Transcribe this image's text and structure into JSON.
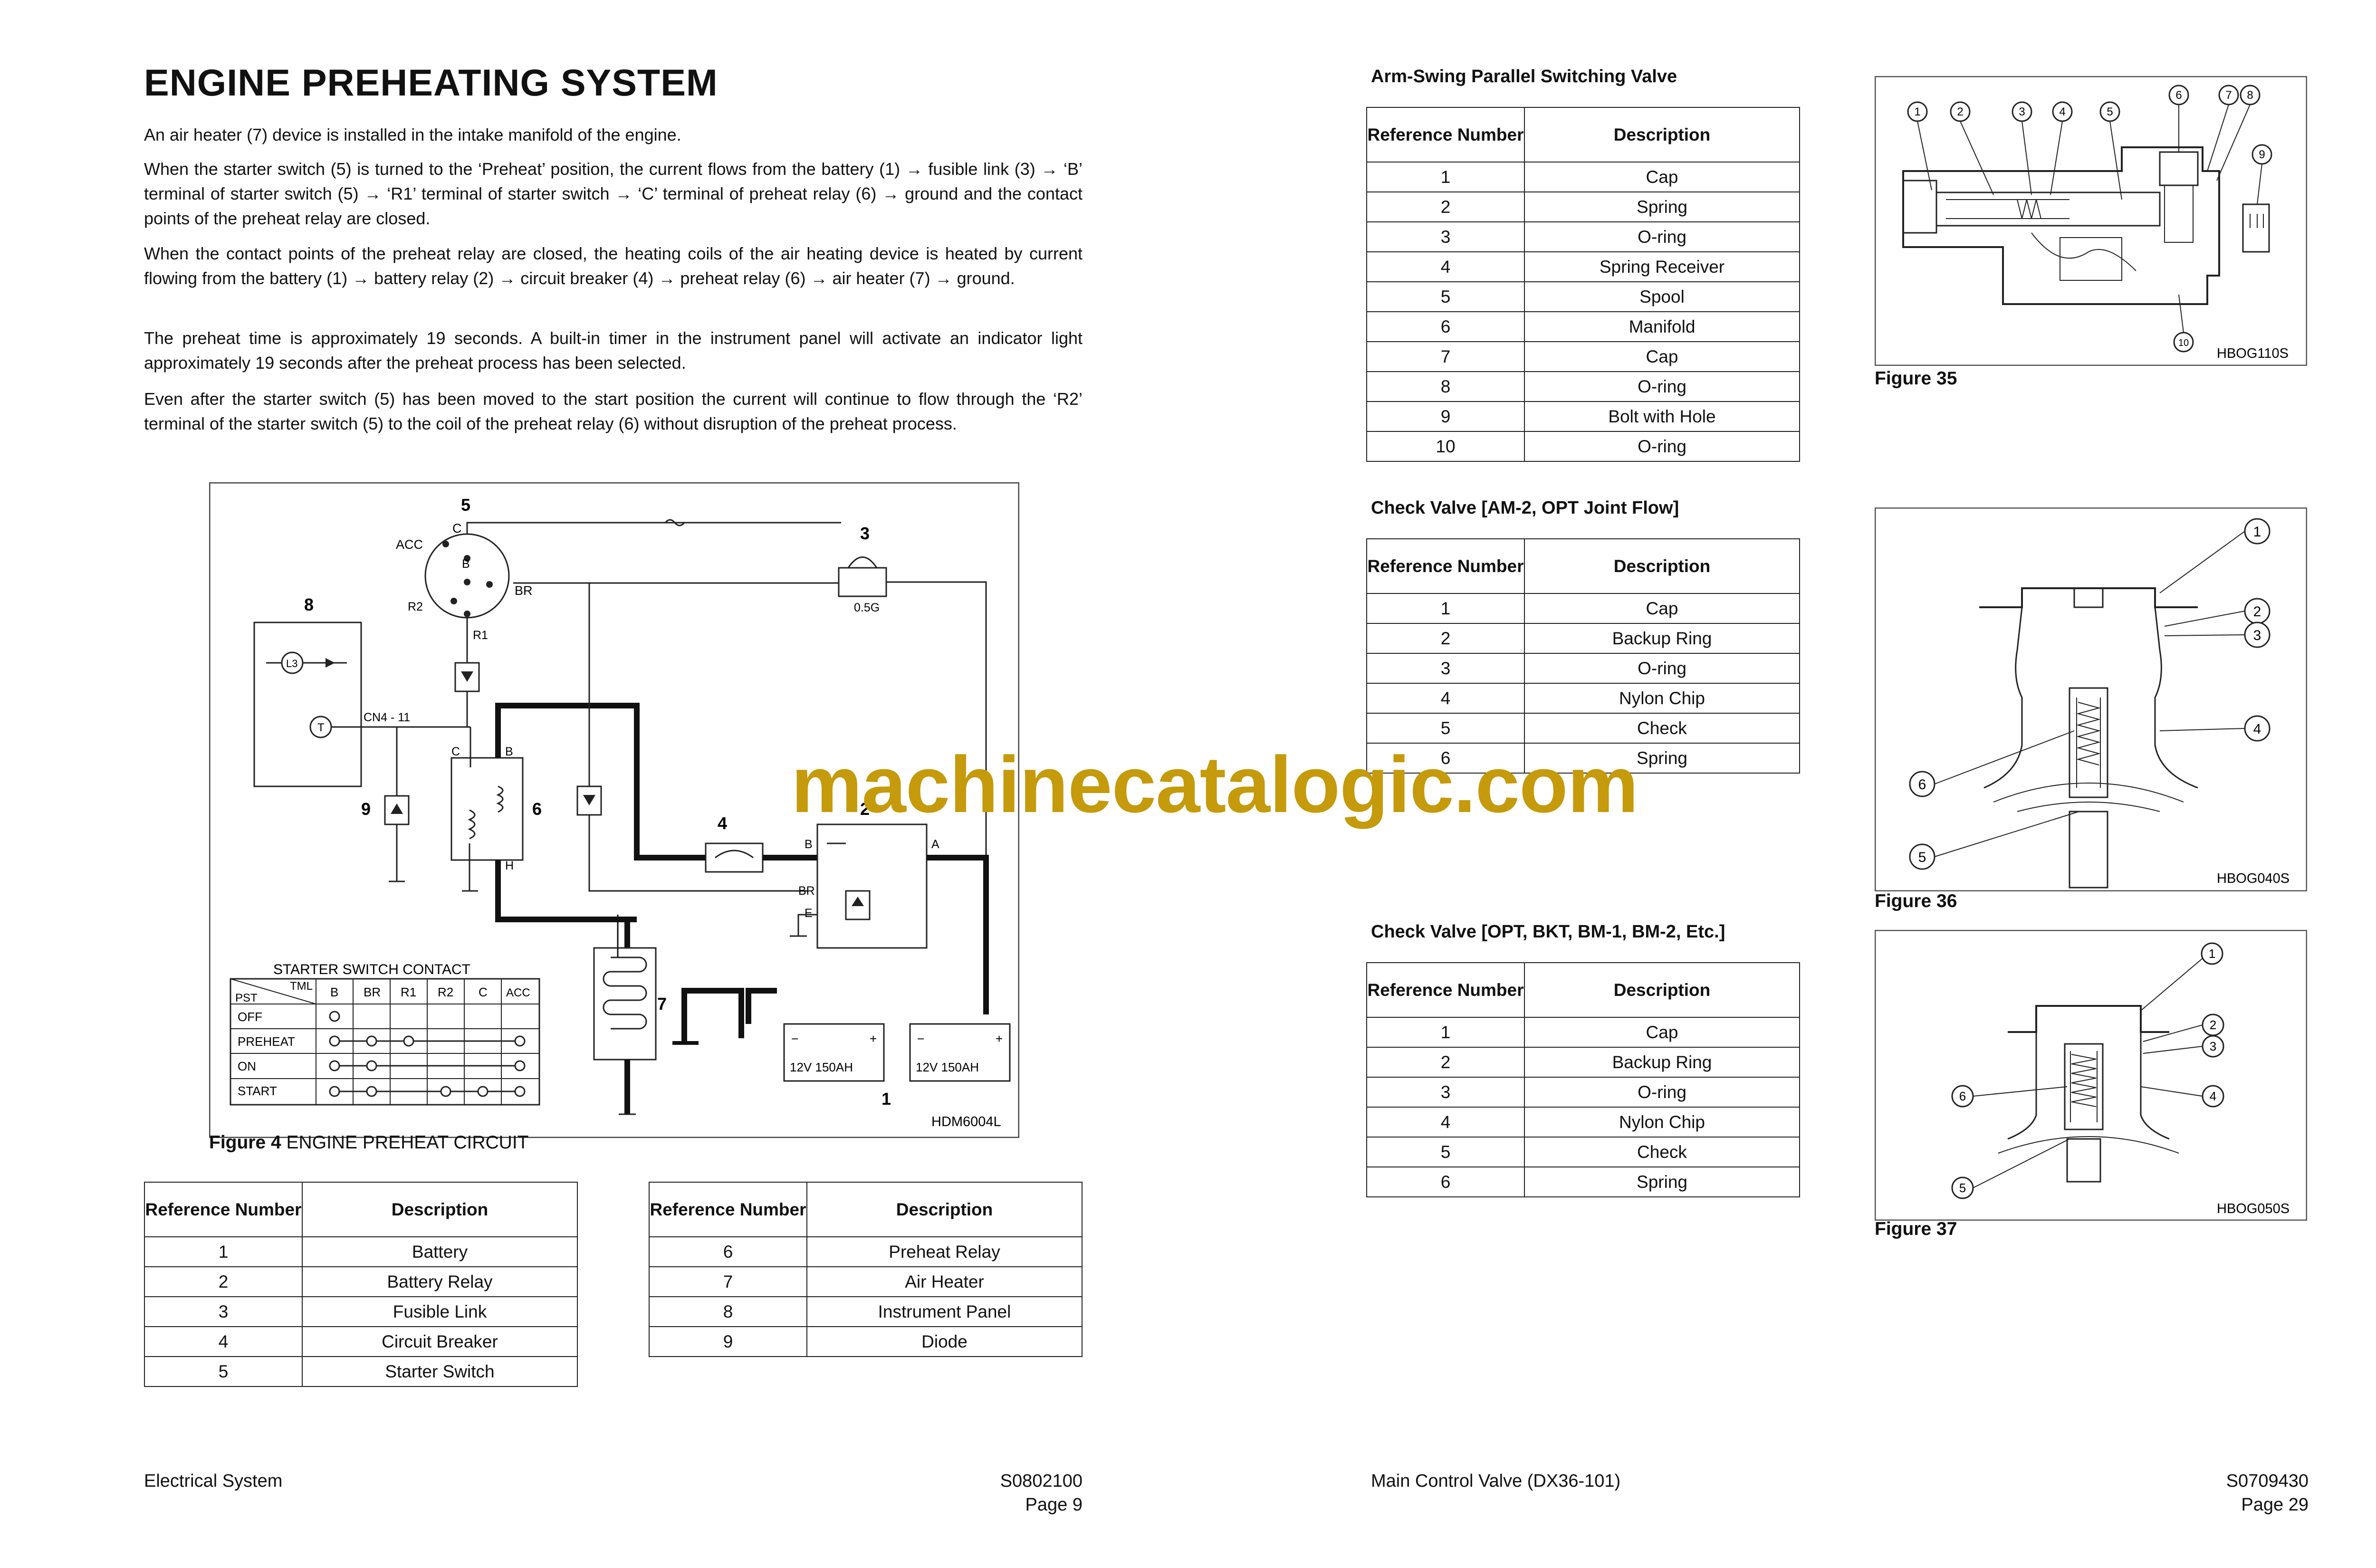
{
  "left_page": {
    "title": "ENGINE PREHEATING SYSTEM",
    "paragraphs": [
      "An air heater (7) device is installed in the intake manifold of the engine.",
      "When the starter switch (5) is turned to the ‘Preheat’ position, the current flows from the battery (1) → fusible link (3) → ‘B’ terminal of starter switch (5) → ‘R1’ terminal of starter switch → ‘C’ terminal of preheat relay (6) → ground and the contact points of the preheat relay are closed.",
      "When the contact points of the preheat relay are closed, the heating coils of the air heating device is heated by current flowing from the battery (1) → battery relay (2) → circuit breaker (4) → preheat relay (6) → air heater (7) → ground.",
      "The preheat time is approximately 19 seconds. A built-in timer in the instrument panel will activate an indicator light approximately 19 seconds after the preheat process has been selected.",
      "Even after the starter switch (5) has been moved to the start position the current will continue to flow through the ‘R2’ terminal of the starter switch (5) to the coil of the preheat relay (6) without disruption of the preheat process."
    ],
    "diagram": {
      "code": "HDM6004L",
      "callouts": [
        "5",
        "3",
        "8",
        "4",
        "2",
        "9",
        "6",
        "7",
        "1"
      ],
      "terminals": [
        "ACC",
        "C",
        "B",
        "R2",
        "BR",
        "R1",
        "CN4 - 11",
        "L3",
        "T",
        "C",
        "B",
        "H",
        "B",
        "A",
        "BR",
        "E",
        "0.5G"
      ],
      "battery_label": "12V 150AH",
      "battery_signs": [
        "−",
        "+"
      ],
      "switch_table": {
        "title": "STARTER SWITCH CONTACT",
        "corner_top": "TML",
        "corner_bottom": "PST",
        "columns": [
          "B",
          "BR",
          "R1",
          "R2",
          "C",
          "ACC"
        ],
        "rows": [
          "OFF",
          "PREHEAT",
          "ON",
          "START"
        ]
      }
    },
    "figure_caption_bold": "Figure 4",
    "figure_caption_text": " ENGINE PREHEAT CIRCUIT",
    "table_headers": [
      "Reference Number",
      "Description"
    ],
    "table1": [
      [
        "1",
        "Battery"
      ],
      [
        "2",
        "Battery Relay"
      ],
      [
        "3",
        "Fusible Link"
      ],
      [
        "4",
        "Circuit Breaker"
      ],
      [
        "5",
        "Starter Switch"
      ]
    ],
    "table2": [
      [
        "6",
        "Preheat Relay"
      ],
      [
        "7",
        "Air Heater"
      ],
      [
        "8",
        "Instrument Panel"
      ],
      [
        "9",
        "Diode"
      ]
    ],
    "footer_left": "Electrical System",
    "footer_code": "S0802100",
    "footer_page": "Page 9"
  },
  "right_page": {
    "section1": {
      "title": "Arm-Swing Parallel Switching Valve",
      "rows": [
        [
          "1",
          "Cap"
        ],
        [
          "2",
          "Spring"
        ],
        [
          "3",
          "O-ring"
        ],
        [
          "4",
          "Spring Receiver"
        ],
        [
          "5",
          "Spool"
        ],
        [
          "6",
          "Manifold"
        ],
        [
          "7",
          "Cap"
        ],
        [
          "8",
          "O-ring"
        ],
        [
          "9",
          "Bolt with Hole"
        ],
        [
          "10",
          "O-ring"
        ]
      ]
    },
    "section2": {
      "title": "Check Valve [AM-2, OPT Joint Flow]",
      "rows": [
        [
          "1",
          "Cap"
        ],
        [
          "2",
          "Backup Ring"
        ],
        [
          "3",
          "O-ring"
        ],
        [
          "4",
          "Nylon Chip"
        ],
        [
          "5",
          "Check"
        ],
        [
          "6",
          "Spring"
        ]
      ]
    },
    "section3": {
      "title": "Check Valve [OPT, BKT, BM-1, BM-2, Etc.]",
      "rows": [
        [
          "1",
          "Cap"
        ],
        [
          "2",
          "Backup Ring"
        ],
        [
          "3",
          "O-ring"
        ],
        [
          "4",
          "Nylon Chip"
        ],
        [
          "5",
          "Check"
        ],
        [
          "6",
          "Spring"
        ]
      ]
    },
    "figures": [
      {
        "label": "Figure 35",
        "code": "HBOG110S",
        "callouts": [
          "1",
          "2",
          "3",
          "4",
          "5",
          "6",
          "7",
          "8",
          "9",
          "10"
        ]
      },
      {
        "label": "Figure 36",
        "code": "HBOG040S",
        "callouts": [
          "1",
          "2",
          "3",
          "4",
          "6",
          "5"
        ]
      },
      {
        "label": "Figure 37",
        "code": "HBOG050S",
        "callouts": [
          "1",
          "2",
          "3",
          "4",
          "6",
          "5"
        ]
      }
    ],
    "footer_left": "Main Control Valve (DX36-101)",
    "footer_code": "S0709430",
    "footer_page": "Page 29"
  },
  "watermark": "machinecatalogic.com",
  "colors": {
    "watermark": "#c59a0b",
    "ink": "#111111"
  }
}
